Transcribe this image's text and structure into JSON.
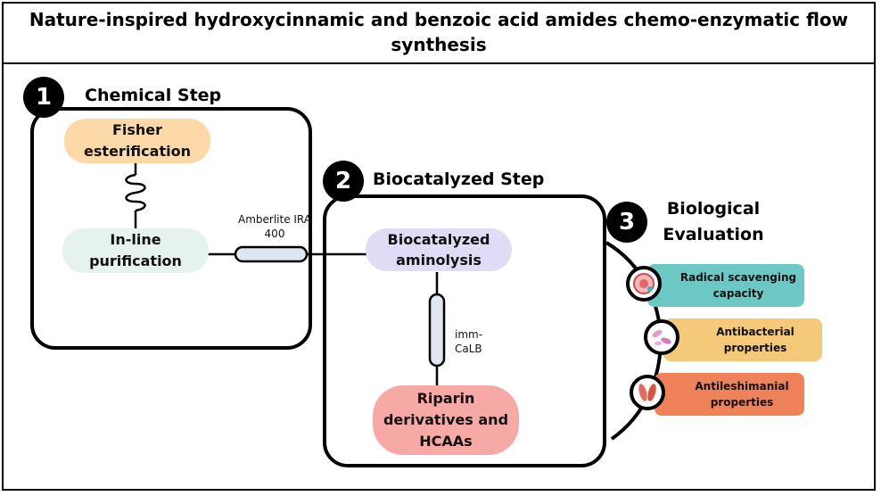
{
  "title": "Nature-inspired hydroxycinnamic and benzoic acid amides chemo-enzymatic flow synthesis",
  "steps": [
    {
      "number": "1",
      "title": "Chemical Step"
    },
    {
      "number": "2",
      "title": "Biocatalyzed Step"
    },
    {
      "number": "3",
      "title": "Biological Evaluation"
    }
  ],
  "nodes": {
    "fisher": "Fisher esterification",
    "inline": "In-line purification",
    "amberlite": "Amberlite IRA 400",
    "aminolysis": "Biocatalyzed aminolysis",
    "immcalb": "imm-CaLB",
    "riparin": "Riparin derivatives and HCAAs"
  },
  "properties": [
    {
      "label": "Radical scavenging capacity",
      "color": "#6cc8c4"
    },
    {
      "label": "Antibacterial properties",
      "color": "#f5c97a"
    },
    {
      "label": "Antileshimanial properties",
      "color": "#f0825a"
    }
  ],
  "colors": {
    "fisher": "#fcd9a6",
    "inline": "#e6f2ef",
    "aminolysis": "#e0dcf5",
    "riparin": "#f7a9a5",
    "column": "#dfe6ef"
  }
}
